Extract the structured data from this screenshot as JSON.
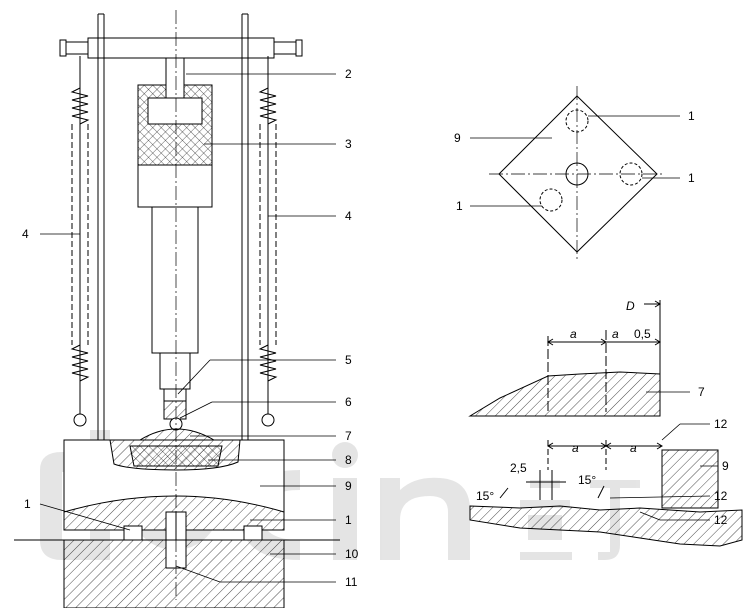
{
  "left_figure": {
    "callouts": [
      "2",
      "3",
      "4",
      "4",
      "5",
      "6",
      "7",
      "8",
      "9",
      "1",
      "1",
      "10",
      "11"
    ]
  },
  "plan_view": {
    "callouts": [
      "9",
      "1",
      "1",
      "1"
    ]
  },
  "detail_upper": {
    "dims": [
      "D",
      "a",
      "a",
      "0,5"
    ],
    "callouts": [
      "7"
    ]
  },
  "detail_lower": {
    "dims": [
      "a",
      "a",
      "2,5",
      "15°",
      "15°"
    ],
    "callouts": [
      "12",
      "9",
      "12",
      "12"
    ]
  },
  "watermark": "docin豆丁"
}
